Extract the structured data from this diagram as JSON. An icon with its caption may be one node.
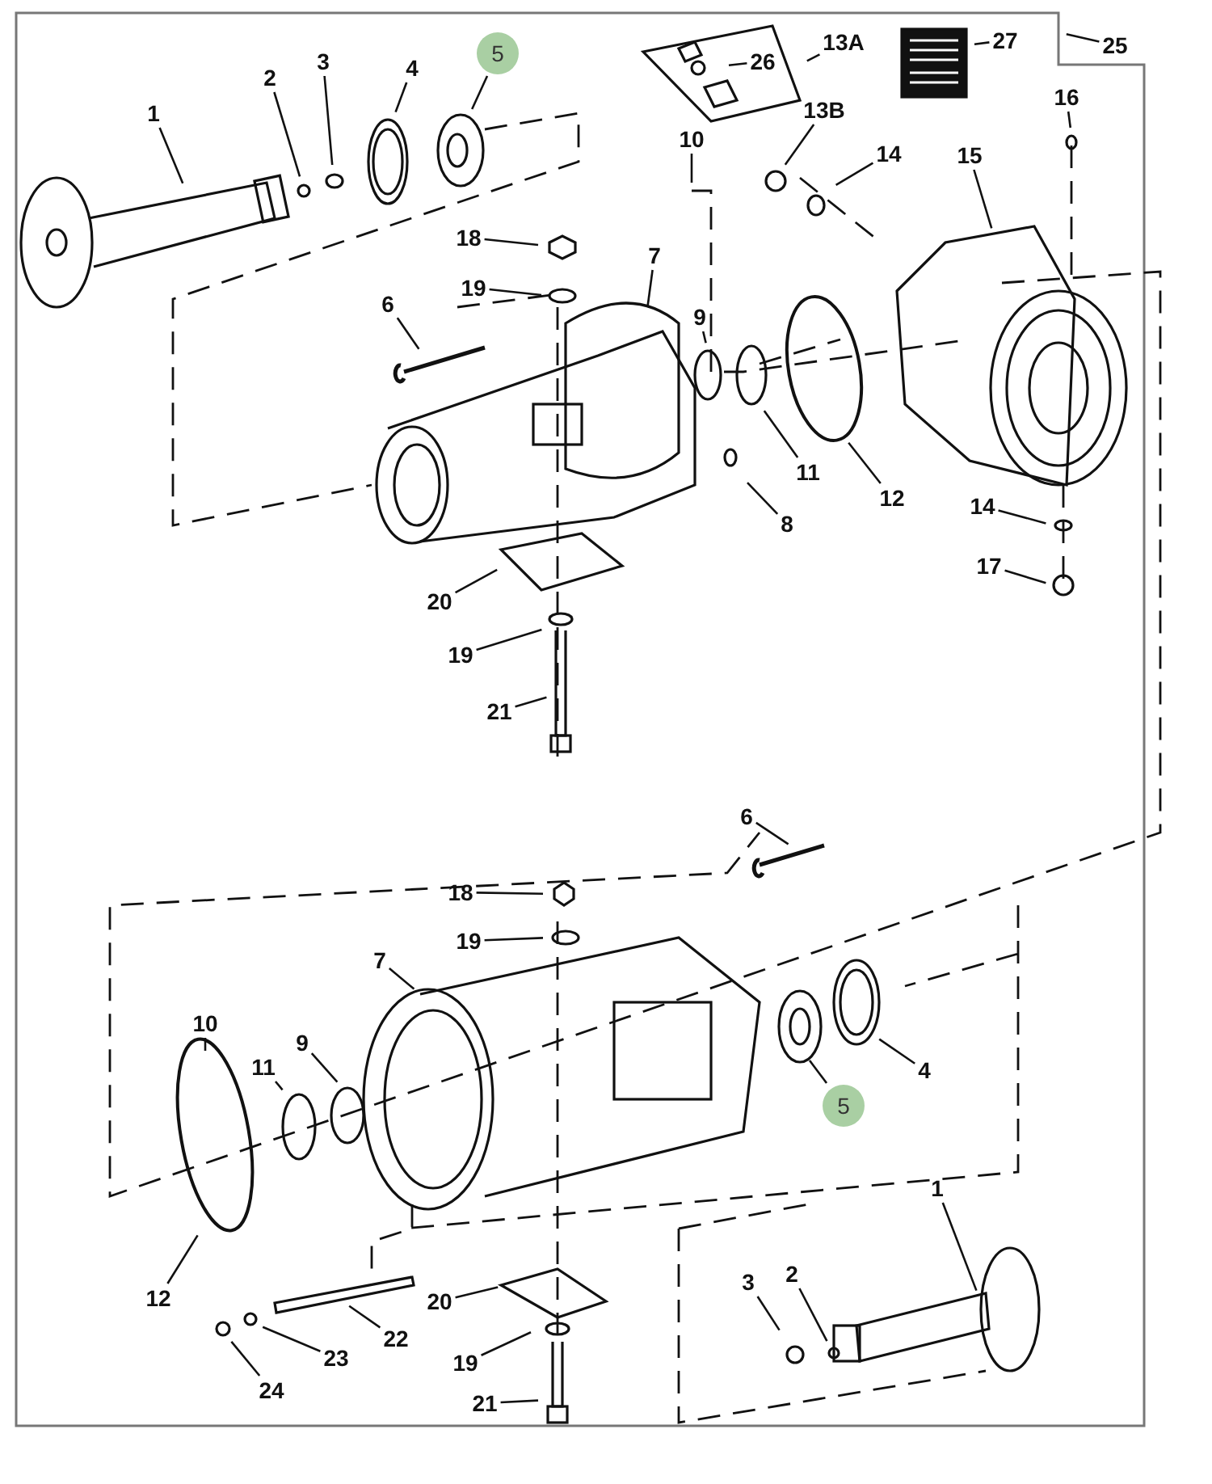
{
  "diagram": {
    "nodes": [
      {
        "text": [
          "1"
        ]
      },
      {
        "text": [
          "2"
        ]
      },
      {
        "text": [
          "3"
        ]
      },
      {
        "text": [
          "4"
        ]
      },
      {
        "text": [
          "5"
        ]
      },
      {
        "text": [
          "13A"
        ]
      },
      {
        "text": [
          "26"
        ]
      },
      {
        "text": [
          "27"
        ]
      },
      {
        "text": [
          "25"
        ]
      },
      {
        "text": [
          "13B"
        ]
      },
      {
        "text": [
          "14"
        ]
      },
      {
        "text": [
          "10"
        ]
      },
      {
        "text": [
          "15"
        ]
      },
      {
        "text": [
          "16"
        ]
      },
      {
        "text": [
          "18"
        ]
      },
      {
        "text": [
          "7"
        ]
      },
      {
        "text": [
          "19"
        ]
      },
      {
        "text": [
          "6"
        ]
      },
      {
        "text": [
          "9"
        ]
      },
      {
        "text": [
          "11"
        ]
      },
      {
        "text": [
          "12"
        ]
      },
      {
        "text": [
          "8"
        ]
      },
      {
        "text": [
          "14"
        ]
      },
      {
        "text": [
          "17"
        ]
      },
      {
        "text": [
          "20"
        ]
      },
      {
        "text": [
          "19"
        ]
      },
      {
        "text": [
          "21"
        ]
      },
      {
        "text": [
          "6"
        ]
      },
      {
        "text": [
          "18"
        ]
      },
      {
        "text": [
          "19"
        ]
      },
      {
        "text": [
          "7"
        ]
      },
      {
        "text": [
          "10"
        ]
      },
      {
        "text": [
          "11"
        ]
      },
      {
        "text": [
          "9"
        ]
      },
      {
        "text": [
          "5"
        ]
      },
      {
        "text": [
          "4"
        ]
      },
      {
        "text": [
          "1"
        ]
      },
      {
        "text": [
          "12"
        ]
      },
      {
        "text": [
          "20"
        ]
      },
      {
        "text": [
          "22"
        ]
      },
      {
        "text": [
          "23"
        ]
      },
      {
        "text": [
          "24"
        ]
      },
      {
        "text": [
          "19"
        ]
      },
      {
        "text": [
          "3"
        ]
      },
      {
        "text": [
          "2"
        ]
      },
      {
        "text": [
          "21"
        ]
      }
    ],
    "edges": [
      {
        "from": 0,
        "to": null,
        "arrow": "none"
      },
      {
        "from": 1,
        "to": null,
        "arrow": "none"
      },
      {
        "from": 2,
        "to": null,
        "arrow": "none"
      },
      {
        "from": 3,
        "to": null,
        "arrow": "none"
      },
      {
        "from": 4,
        "to": null,
        "arrow": "none"
      },
      {
        "from": 5,
        "to": null,
        "arrow": "none"
      },
      {
        "from": 6,
        "to": null,
        "arrow": "none"
      },
      {
        "from": 7,
        "to": null,
        "arrow": "none"
      },
      {
        "from": 8,
        "to": null,
        "arrow": "none"
      },
      {
        "from": 9,
        "to": null,
        "arrow": "none"
      },
      {
        "from": 10,
        "to": null,
        "arrow": "none"
      },
      {
        "from": 11,
        "to": null,
        "arrow": "none"
      },
      {
        "from": 12,
        "to": null,
        "arrow": "none"
      },
      {
        "from": 13,
        "to": null,
        "arrow": "none"
      },
      {
        "from": 14,
        "to": null,
        "arrow": "none"
      },
      {
        "from": 15,
        "to": null,
        "arrow": "none"
      },
      {
        "from": 16,
        "to": null,
        "arrow": "none"
      },
      {
        "from": 17,
        "to": null,
        "arrow": "none"
      },
      {
        "from": 18,
        "to": null,
        "arrow": "none"
      },
      {
        "from": 19,
        "to": null,
        "arrow": "none"
      },
      {
        "from": 20,
        "to": null,
        "arrow": "none"
      },
      {
        "from": 21,
        "to": null,
        "arrow": "none"
      },
      {
        "from": 22,
        "to": null,
        "arrow": "none"
      },
      {
        "from": 23,
        "to": null,
        "arrow": "none"
      },
      {
        "from": 24,
        "to": null,
        "arrow": "none"
      },
      {
        "from": 25,
        "to": null,
        "arrow": "none"
      },
      {
        "from": 26,
        "to": null,
        "arrow": "none"
      },
      {
        "from": 27,
        "to": null,
        "arrow": "none"
      },
      {
        "from": 28,
        "to": null,
        "arrow": "none"
      },
      {
        "from": 29,
        "to": null,
        "arrow": "none"
      },
      {
        "from": 30,
        "to": null,
        "arrow": "none"
      },
      {
        "from": 31,
        "to": null,
        "arrow": "none"
      },
      {
        "from": 32,
        "to": null,
        "arrow": "none"
      },
      {
        "from": 33,
        "to": null,
        "arrow": "none"
      },
      {
        "from": 34,
        "to": null,
        "arrow": "none"
      },
      {
        "from": 35,
        "to": null,
        "arrow": "none"
      },
      {
        "from": 36,
        "to": null,
        "arrow": "none"
      },
      {
        "from": 37,
        "to": null,
        "arrow": "none"
      },
      {
        "from": 38,
        "to": null,
        "arrow": "none"
      },
      {
        "from": 39,
        "to": null,
        "arrow": "none"
      },
      {
        "from": 40,
        "to": null,
        "arrow": "none"
      },
      {
        "from": 41,
        "to": null,
        "arrow": "none"
      },
      {
        "from": 42,
        "to": null,
        "arrow": "none"
      },
      {
        "from": 43,
        "to": null,
        "arrow": "none"
      },
      {
        "from": 44,
        "to": null,
        "arrow": "none"
      },
      {
        "from": 45,
        "to": null,
        "arrow": "none"
      }
    ]
  }
}
